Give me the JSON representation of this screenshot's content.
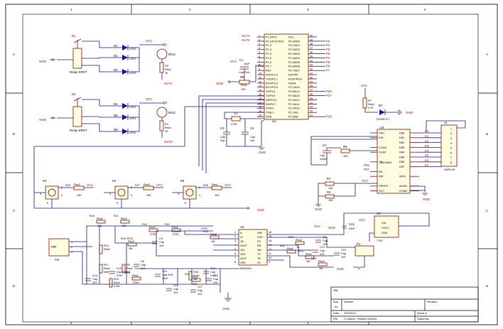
{
  "border": {
    "columns": [
      "1",
      "2",
      "3",
      "4"
    ],
    "rows": [
      "A",
      "B",
      "C",
      "D"
    ]
  },
  "colors": {
    "wire": "#1a1aa0",
    "component": "#8a1010",
    "body_fill": "#fffde0",
    "net_label": "#c00000"
  },
  "relays": [
    {
      "ref": "K1",
      "value": "Relay-SPDT",
      "led_refs": [
        "LED1",
        "LED1",
        "LED1"
      ],
      "diodes": [
        "D1",
        "D2",
        "D3"
      ],
      "q": "Q1",
      "q_type": "9012",
      "r": "R3",
      "r_val": "1K",
      "r_name": "Res2",
      "out": "OUT1"
    },
    {
      "ref": "K2",
      "value": "Relay-SPDT",
      "led_refs": [
        "LED1",
        "LED1",
        "LED1"
      ],
      "diodes": [
        "D4",
        "D5",
        "D6"
      ],
      "q": "Q3",
      "q_type": "9012",
      "r": "R4",
      "r_val": "1K",
      "r_name": "Res2",
      "out": "OUT2"
    }
  ],
  "mcu": {
    "ref": "U1",
    "left_pins": [
      "P1.0/P10",
      "P1.1/P1(T2EX)",
      "P1.2",
      "P1.3",
      "P1.4",
      "P1.5",
      "P1.6",
      "P1.7",
      "RST",
      "RXD/P3.0",
      "TXD/P3.1",
      "INT0/P3.2",
      "INT1/P3.3",
      "T0/P3.4",
      "T1/P3.5",
      "WR/P3.6",
      "RD/P3.7",
      "XTAL2",
      "XTAL1",
      "GND"
    ],
    "right_pins": [
      "VCC",
      "P0.0/AD0",
      "P0.1/AD1",
      "P0.2/AD2",
      "P0.3/AD3",
      "P0.4/AD4",
      "P0.5/AD5",
      "P0.6/AD6",
      "P0.7/AD7",
      "EA/VPP",
      "ALE/PROG",
      "PSEN",
      "P2.7/A15",
      "P2.6/A14",
      "P2.5/A13",
      "P2.4/A12",
      "P2.3/A11",
      "P2.2/A10",
      "P2.1/A9",
      "P2.0/A8"
    ],
    "left_nums": [
      "1",
      "2",
      "3",
      "4",
      "5",
      "6",
      "7",
      "8",
      "9",
      "10",
      "11",
      "12",
      "13",
      "14",
      "15",
      "16",
      "17",
      "18",
      "19",
      "20"
    ],
    "right_nums": [
      "40",
      "39",
      "38",
      "37",
      "36",
      "35",
      "34",
      "33",
      "32",
      "31",
      "30",
      "29",
      "28",
      "27",
      "26",
      "25",
      "24",
      "23",
      "22",
      "21"
    ],
    "right_nets": [
      "",
      "P0",
      "P1",
      "P2",
      "P3",
      "P4",
      "P5",
      "P6",
      "P7",
      "",
      "",
      "",
      "",
      "P26",
      "P27",
      "",
      "",
      "",
      "",
      "P20"
    ],
    "left_nets": [
      "OUT1",
      "OUT2"
    ]
  },
  "crystal": {
    "ref": "Y1",
    "value": "XTAL",
    "c1": "C3",
    "c2": "C4",
    "cval": "Cap",
    "cval2": "22p",
    "c_main": "C1",
    "c_main_type": "Cap Pol1",
    "c_main_val": "10uF",
    "r_reset": "R6",
    "r_reset_name": "Res2",
    "r_reset_val": "10K"
  },
  "adc": {
    "ref": "U4",
    "name": "ADC0804",
    "left_pins": [
      "VIN+",
      "VIN-",
      "",
      "CLKIN",
      "CLKR",
      "",
      "CS",
      "",
      "RD",
      "WR",
      "",
      "VREF/2",
      "VCC"
    ],
    "right_pins": [
      "DB0",
      "DB1",
      "DB2",
      "DB3",
      "DB4",
      "DB5",
      "DB6",
      "DB7",
      "",
      "INTR",
      "",
      "AGND",
      "DGND"
    ],
    "cap": "C2",
    "cap_val": "Cap",
    "cap_val2": "100pF",
    "r5": "R5",
    "r5_val": "10K",
    "r1": "R1",
    "r1_val": "10K",
    "r2": "R2",
    "r2_val": "10K",
    "nets_left": [
      "P26",
      "P27"
    ],
    "nets_right": [
      "P0",
      "P1",
      "P2",
      "P3",
      "P4",
      "P5",
      "P6",
      "P7"
    ]
  },
  "diode7": {
    "ref": "D7",
    "value": "DIODE-DT",
    "r7": "R7",
    "r7_name": "Res2",
    "r7_val": "4.7K"
  },
  "header": {
    "ref": "J1",
    "value": "HDR1X8",
    "pins": [
      "1",
      "2",
      "3",
      "4",
      "5",
      "6",
      "7",
      "8"
    ]
  },
  "keys": [
    {
      "ref": "K3",
      "r": "R25",
      "r_name": "Res2",
      "r_val": "10K"
    },
    {
      "ref": "K4",
      "r": "R27",
      "r_name": "Res2",
      "r_val": "10K"
    },
    {
      "ref": "K5",
      "r": "R26",
      "r_name": "Res2",
      "r_val": "10K"
    }
  ],
  "pir": {
    "ref": "PIR",
    "pins": [
      "1",
      "2",
      "3"
    ],
    "chip": "U3",
    "chip_name": "BISS0001",
    "chip_left": [
      "1",
      "2",
      "3",
      "4",
      "5",
      "6",
      "7",
      "8"
    ],
    "chip_right": [
      "16",
      "15",
      "14",
      "13",
      "12",
      "11",
      "10",
      "9"
    ],
    "chip_left_names": [
      "A",
      "IO",
      "1B",
      "2OUT",
      "1IN-",
      "1IN+",
      "IOUT",
      "VDD"
    ],
    "chip_right_names": [
      "VRF",
      "VSS",
      "RC",
      "RR",
      "2IN",
      "TX",
      "TB",
      "VC"
    ],
    "reg": "U5",
    "reg_name": "7133",
    "reg_pins": [
      "VIN",
      "VOUT",
      "GND"
    ],
    "cap_reg": "C21",
    "cap_reg_val": "22uF",
    "buzzer": "P1",
    "buzzer_name": "P"
  },
  "pir_parts": [
    {
      "ref": "R16",
      "name": "Res2",
      "val": "10k"
    },
    {
      "ref": "R11",
      "name": "Res2",
      "val": "10K"
    },
    {
      "ref": "R10",
      "name": "Res2",
      "val": "470K"
    },
    {
      "ref": "R12",
      "name": "Res2",
      "val": "470K"
    },
    {
      "ref": "R14",
      "name": "Res2",
      "val": ""
    },
    {
      "ref": "R15",
      "name": "Res2",
      "val": "1M"
    },
    {
      "ref": "R17",
      "name": "Res2",
      "val": "6.8K"
    },
    {
      "ref": "R9",
      "name": "Res2",
      "val": "1M"
    },
    {
      "ref": "R18",
      "name": "Res2",
      "val": "470K"
    },
    {
      "ref": "R22",
      "name": "Res2",
      "val": "470K"
    },
    {
      "ref": "R33",
      "name": "Res2",
      "val": "1M"
    },
    {
      "ref": "R13",
      "name": "Res2",
      "val": "1K"
    },
    {
      "ref": "R19",
      "name": "Res2",
      "val": "1M"
    },
    {
      "ref": "R20",
      "name": "Res2",
      "val": "1M"
    },
    {
      "ref": "R34",
      "name": "Res2",
      "val": "10K"
    },
    {
      "ref": "R35",
      "name": "Res2",
      "val": "1M"
    },
    {
      "ref": "R41",
      "name": "Res2",
      "val": ""
    }
  ],
  "pir_caps": [
    {
      "ref": "C14",
      "name": "Cap",
      "val": "103"
    },
    {
      "ref": "C15",
      "name": "Cap Pol1",
      "val": "47uF"
    },
    {
      "ref": "C8",
      "name": "Cap",
      "val": "104"
    },
    {
      "ref": "C9",
      "name": "Cap",
      "val": "103"
    },
    {
      "ref": "C10",
      "name": "Cap Pol1",
      "val": "47uF"
    },
    {
      "ref": "C11",
      "name": "Cap",
      "val": "104"
    },
    {
      "ref": "C12",
      "name": "Cap",
      "val": "103"
    },
    {
      "ref": "C13",
      "name": "Cap",
      "val": "103"
    },
    {
      "ref": "C16",
      "name": "Cap",
      "val": "103"
    },
    {
      "ref": "C17",
      "name": "Cap",
      "val": "103"
    },
    {
      "ref": "C18",
      "name": "Cap",
      "val": "103"
    },
    {
      "ref": "C19",
      "name": "Cap",
      "val": "47uF"
    }
  ],
  "net_labels": {
    "vcc": "VCC",
    "gnd": "GND"
  },
  "title_block": {
    "title_label": "Title",
    "size_label": "Size",
    "size_value": "A4",
    "number_label": "Number",
    "revision_label": "Revision",
    "date_label": "Date:",
    "date_value": "2020/5/13",
    "file_label": "File:",
    "file_value": "C:\\Users\\...\\Sheet1.SchDoc",
    "sheet_label": "Sheet   of",
    "drawn_label": "Drawn By:"
  }
}
